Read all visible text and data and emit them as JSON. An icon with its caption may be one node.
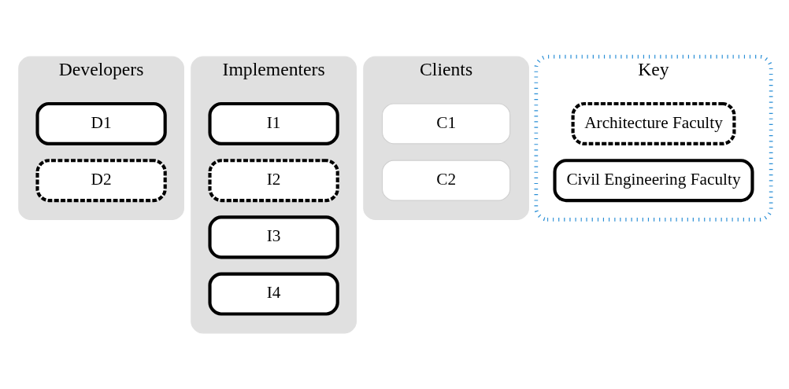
{
  "diagram": {
    "nodes": [
      {
        "text": [
          "Developers"
        ]
      },
      {
        "text": [
          "D1"
        ],
        "in": 0
      },
      {
        "text": [
          "D2"
        ],
        "in": 0
      },
      {
        "text": [
          "Implementers"
        ]
      },
      {
        "text": [
          "I1"
        ],
        "in": 3
      },
      {
        "text": [
          "I2"
        ],
        "in": 3
      },
      {
        "text": [
          "I3"
        ],
        "in": 3
      },
      {
        "text": [
          "I4"
        ],
        "in": 3
      },
      {
        "text": [
          "Clients"
        ]
      },
      {
        "text": [
          "C1"
        ],
        "in": 8
      },
      {
        "text": [
          "C2"
        ],
        "in": 8
      },
      {
        "text": [
          "Key"
        ]
      },
      {
        "text": [
          "Architecture Faculty"
        ],
        "in": 11
      },
      {
        "text": [
          "Civil Engineering Faculty"
        ],
        "in": 11
      }
    ],
    "edges": []
  }
}
